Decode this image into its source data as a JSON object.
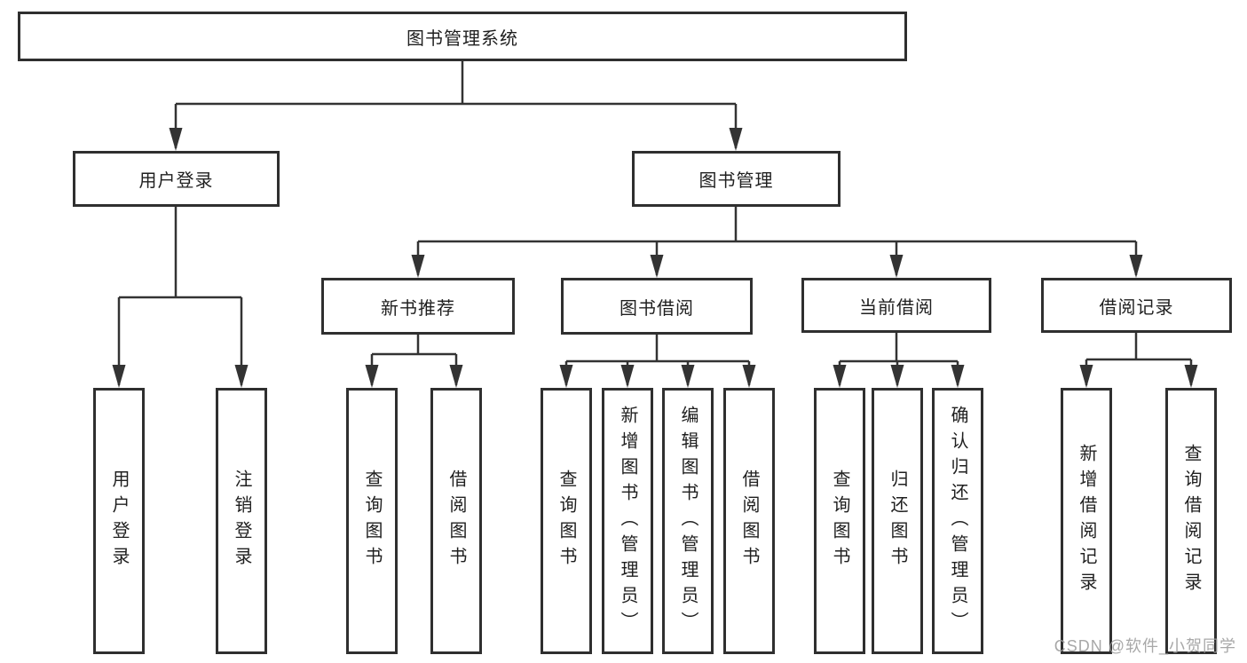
{
  "diagram": {
    "root": {
      "label": "图书管理系统"
    },
    "branches": [
      {
        "label": "用户登录",
        "children": [
          {
            "label": "用户登录"
          },
          {
            "label": "注销登录"
          }
        ]
      },
      {
        "label": "图书管理",
        "children": [
          {
            "label": "新书推荐",
            "children": [
              {
                "label": "查询图书"
              },
              {
                "label": "借阅图书"
              }
            ]
          },
          {
            "label": "图书借阅",
            "children": [
              {
                "label": "查询图书"
              },
              {
                "label": "新增图书（管理员）"
              },
              {
                "label": "编辑图书（管理员）"
              },
              {
                "label": "借阅图书"
              }
            ]
          },
          {
            "label": "当前借阅",
            "children": [
              {
                "label": "查询图书"
              },
              {
                "label": "归还图书"
              },
              {
                "label": "确认归还（管理员）"
              }
            ]
          },
          {
            "label": "借阅记录",
            "children": [
              {
                "label": "新增借阅记录"
              },
              {
                "label": "查询借阅记录"
              }
            ]
          }
        ]
      }
    ],
    "watermark": "CSDN @软件_小贺同学",
    "colors": {
      "line": "#333333",
      "border": "#2f2f2f",
      "text": "#1f1f1f",
      "watermark": "#9e9e9e"
    }
  }
}
